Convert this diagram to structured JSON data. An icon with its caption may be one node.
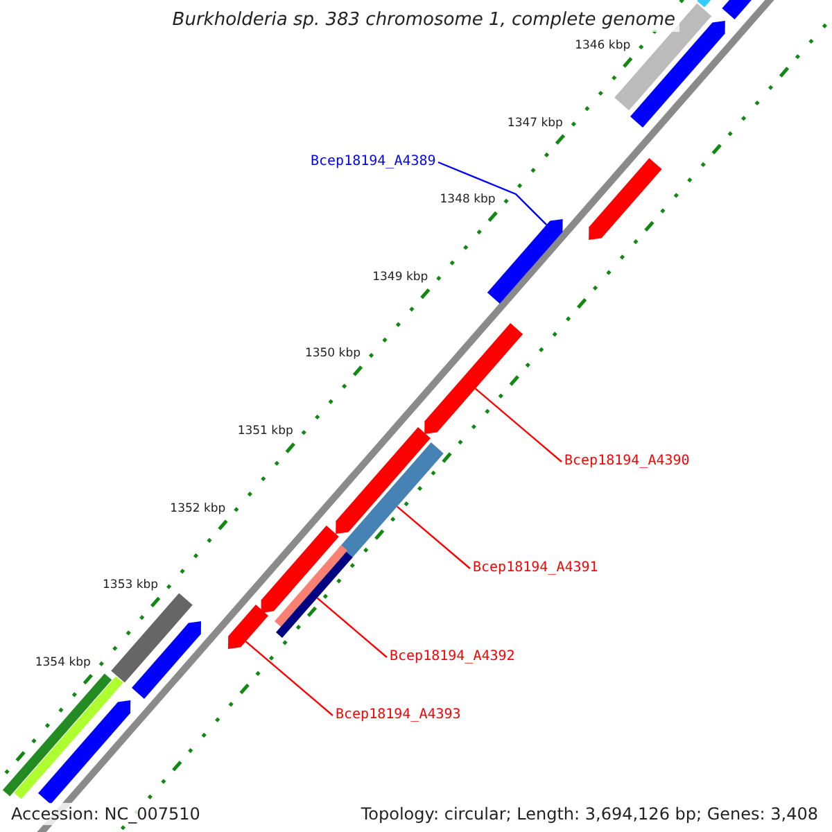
{
  "diagram": {
    "title": "Burkholderia sp. 383 chromosome 1, complete genome",
    "nodes": [
      {
        "text": [
          "Bcep18194_A4389"
        ]
      },
      {
        "text": [
          "Bcep18194_A4390"
        ]
      },
      {
        "text": [
          "Bcep18194_A4391"
        ]
      },
      {
        "text": [
          "Bcep18194_A4392"
        ]
      },
      {
        "text": [
          "Bcep18194_A4393"
        ]
      },
      {
        "text": [],
        "shape": "bar"
      },
      {
        "text": [],
        "shape": "bar"
      },
      {
        "text": [],
        "shape": "bar"
      },
      {
        "text": [],
        "shape": "arrow"
      },
      {
        "text": [],
        "shape": "arrow"
      },
      {
        "text": [],
        "shape": "arrow"
      },
      {
        "text": [],
        "shape": "arrow"
      },
      {
        "text": [],
        "shape": "arrow"
      },
      {
        "text": [],
        "shape": "bar"
      },
      {
        "text": [],
        "shape": "arrow"
      },
      {
        "text": [],
        "shape": "bar"
      },
      {
        "text": [],
        "shape": "bar"
      },
      {
        "text": [],
        "shape": "bar"
      },
      {
        "text": [],
        "shape": "arrow"
      },
      {
        "text": [],
        "shape": "arrow"
      },
      {
        "text": [],
        "shape": "bar"
      },
      {
        "text": [],
        "shape": "bar"
      },
      {
        "text": [],
        "shape": "arrow"
      }
    ],
    "edges": [
      {
        "from": 0,
        "to": 10,
        "arrow": "none",
        "color": "#0000ff"
      },
      {
        "from": 1,
        "to": 11,
        "arrow": "none"
      },
      {
        "from": 2,
        "to": 13,
        "arrow": "none"
      },
      {
        "from": 3,
        "to": 16,
        "arrow": "none"
      },
      {
        "from": 4,
        "to": 18,
        "arrow": "none"
      }
    ],
    "labels": [
      "1346 kbp",
      "1347 kbp",
      "1348 kbp",
      "1349 kbp",
      "1350 kbp",
      "1351 kbp",
      "1352 kbp",
      "1353 kbp",
      "1354 kbp",
      "Accession: NC_007510",
      "Topology: circular; Length: 3,694,126 bp; Genes: 3,408"
    ]
  }
}
